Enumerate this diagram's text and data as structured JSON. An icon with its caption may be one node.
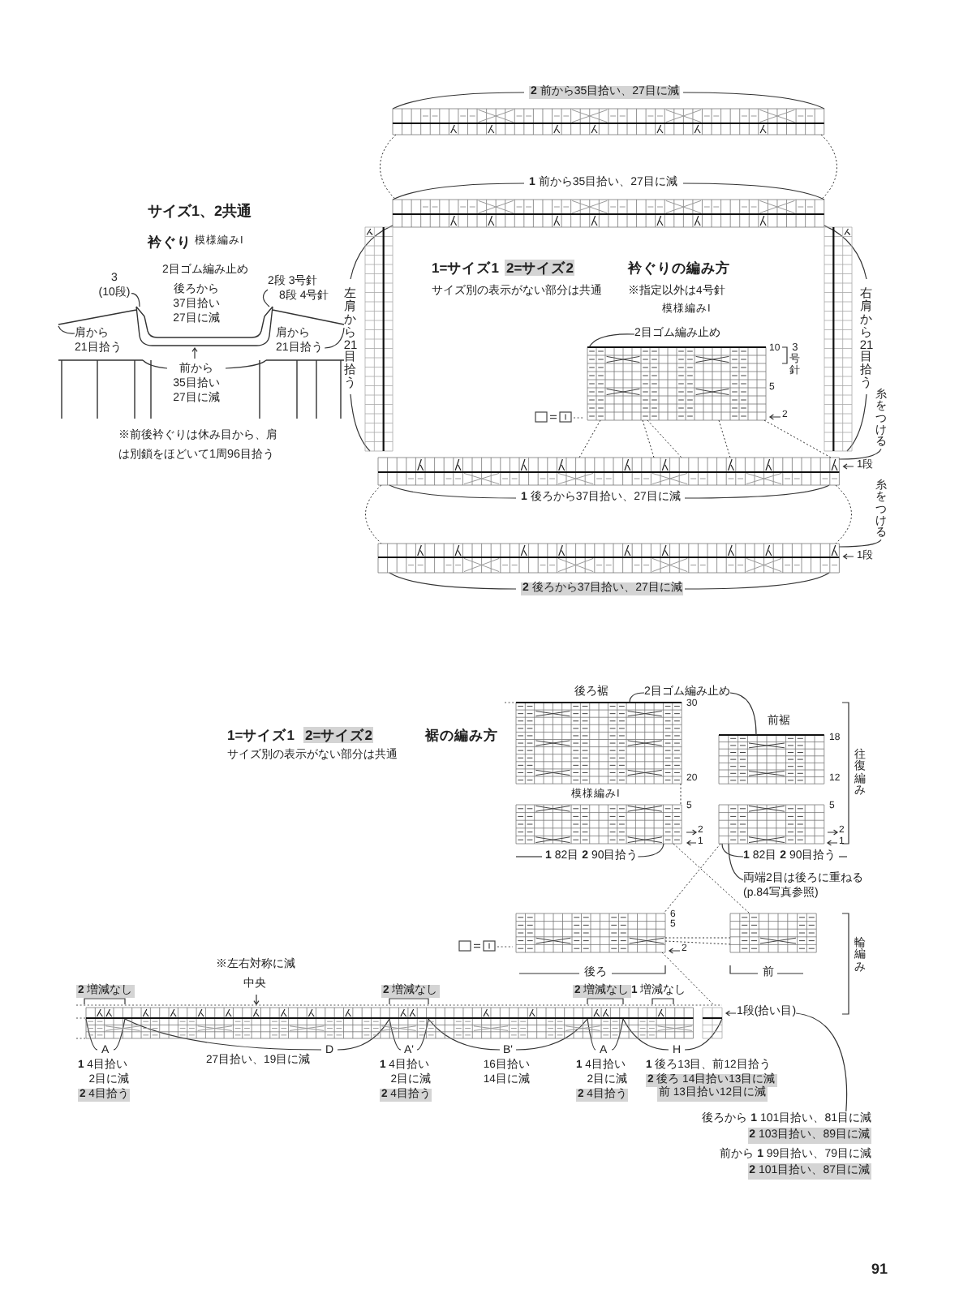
{
  "diagram": {
    "nodes": [
      {
        "text": [
          "3 (10段)"
        ]
      },
      {
        "text": [
          "2段 3号針 8段 4号針"
        ]
      },
      {
        "text": [
          "肩から 21目拾う"
        ]
      },
      {
        "text": [
          "肩から 21目拾う"
        ]
      },
      {
        "text": [
          "2目ゴム編み止め"
        ]
      },
      {
        "text": [
          "糸をつける"
        ]
      },
      {
        "text": [
          "糸をつける"
        ]
      },
      {
        "text": [
          "2目ゴム編み止め"
        ]
      },
      {
        "text": [
          "**1** 82目 **2** 90目拾う"
        ]
      },
      {
        "text": [
          "**1** 82目 **2** 90目拾う"
        ]
      },
      {
        "text": [
          "両端2目は後ろに重ねる(p.84写真参照)"
        ]
      },
      {
        "text": [
          "1段(拾い目)"
        ]
      },
      {
        "text": [
          "後ろから **1** 101目拾い、81目に減",
          "**2** 103目拾い、89目に減",
          "前から **1** 99目拾い、79目に減",
          "**2** 101目拾い、87目に減"
        ]
      },
      {
        "text": [],
        "shape": "picture",
        "beside": [
          "2目ゴム編み止め"
        ]
      },
      {
        "text": [],
        "shape": "grid",
        "beside": [
          "**2** 前から35目拾い、27目に減"
        ]
      },
      {
        "text": [],
        "shape": "grid",
        "beside": [
          "**1** 前から35目拾い、27目に減"
        ]
      },
      {
        "text": [],
        "shape": "grid",
        "beside": [
          "左肩から21目拾う"
        ]
      },
      {
        "text": [],
        "shape": "grid",
        "beside": [
          "右肩から21目拾う"
        ]
      },
      {
        "text": [],
        "shape": "grid"
      },
      {
        "text": [],
        "shape": "grid",
        "beside": [
          "**1** 後ろから37目拾い、27目に減"
        ]
      },
      {
        "text": [],
        "shape": "grid",
        "beside": [
          "**2** 後ろから37目拾い、27目に減"
        ]
      },
      {
        "text": [],
        "shape": "grid",
        "beside": [
          "後ろ裾"
        ]
      },
      {
        "text": [],
        "shape": "grid",
        "beside": [
          "前裾"
        ]
      },
      {
        "text": [],
        "shape": "grid"
      },
      {
        "text": [],
        "shape": "grid"
      },
      {
        "text": [],
        "shape": "grid"
      },
      {
        "text": [],
        "shape": "grid"
      },
      {
        "text": [],
        "shape": "grid"
      }
    ],
    "edges": [
      {
        "from": 0,
        "to": 13,
        "arrow": "none"
      },
      {
        "from": 1,
        "to": 13,
        "arrow": "none"
      },
      {
        "from": 2,
        "to": 13,
        "arrow": "none"
      },
      {
        "from": 3,
        "to": 13,
        "arrow": "none"
      },
      {
        "from": 4,
        "to": 18,
        "arrow": "none"
      },
      {
        "from": 5,
        "to": 19,
        "arrow": "none"
      },
      {
        "from": 6,
        "to": 20,
        "arrow": "none"
      },
      {
        "from": 7,
        "to": 21,
        "arrow": "none"
      },
      {
        "from": 7,
        "to": 22,
        "arrow": "none"
      },
      {
        "from": 8,
        "to": 23,
        "arrow": "none"
      },
      {
        "from": 9,
        "to": 24,
        "arrow": "none"
      },
      {
        "from": 10,
        "to": 24,
        "arrow": "none"
      },
      {
        "from": 12,
        "to": 11,
        "arrow": "none"
      },
      {
        "from": 14,
        "to": 15,
        "arrow": "none",
        "style": "dashed"
      },
      {
        "from": 14,
        "to": 15,
        "arrow": "none",
        "style": "dashed"
      },
      {
        "from": 19,
        "to": 20,
        "arrow": "none",
        "style": "dashed"
      },
      {
        "from": 19,
        "to": 20,
        "arrow": "none",
        "style": "dashed"
      },
      {
        "from": 18,
        "to": 19,
        "arrow": "none",
        "style": "dashed"
      },
      {
        "from": 18,
        "to": 19,
        "arrow": "none",
        "style": "dashed"
      },
      {
        "from": 18,
        "to": 19,
        "arrow": "none",
        "style": "dashed"
      },
      {
        "from": 18,
        "to": 19,
        "arrow": "none",
        "style": "dashed"
      },
      {
        "from": 18,
        "to": 19,
        "arrow": "none",
        "style": "dashed"
      },
      {
        "from": 21,
        "to": 23,
        "arrow": "none",
        "style": "dashed"
      },
      {
        "from": 23,
        "to": 26,
        "arrow": "none",
        "style": "dashed"
      },
      {
        "from": 24,
        "to": 25,
        "arrow": "none",
        "style": "dashed"
      },
      {
        "from": 25,
        "to": 27,
        "arrow": "none",
        "style": "dashed"
      },
      {
        "from": 25,
        "to": 26,
        "arrow": "none",
        "style": "dashed"
      },
      {
        "from": 25,
        "to": 26,
        "arrow": "none",
        "style": "dashed"
      }
    ],
    "labels": [
      "サイズ1、2共通",
      "衿ぐり",
      "模様編みI",
      "後ろから 37目拾い 27目に減",
      "前から 35目拾い 27目に減",
      "※前後衿ぐりは休み目から、肩は別鎖をほどいて1周96目拾う",
      "1=サイズ1",
      "2=サイズ2",
      "サイズ別の表示がない部分は共通",
      "衿ぐりの編み方",
      "※指定以外は4号針",
      "模様編みI",
      "10",
      "3号針",
      "5",
      "2",
      "1段",
      "1段",
      "1=サイズ1",
      "2=サイズ2",
      "サイズ別の表示がない部分は共通",
      "裾の編み方",
      "30",
      "18",
      "20",
      "12",
      "模様編みI",
      "5",
      "2",
      "1",
      "5",
      "2",
      "1",
      "往復編み",
      "6",
      "5",
      "2",
      "後ろ",
      "前",
      "輪編み",
      "※左右対称に減",
      "**2** 増減なし",
      "中央",
      "**2** 増減なし",
      "**2** 増減なし",
      "**1** 増減なし",
      "A",
      "D",
      "A'",
      "B'",
      "A",
      "H",
      "**1** 4目拾い 2目に減",
      "**2** 4目拾う",
      "27目拾い、19目に減",
      "**1** 4目拾い 2目に減",
      "**2** 4目拾う",
      "16目拾い 14目に減",
      "**1** 4目拾い 2目に減",
      "**2** 4目拾う",
      "**1** 後ろ13目、前12目拾う",
      "**2** 後ろ 14目拾い13目に減",
      "前 13目拾い12目に減",
      "91"
    ]
  }
}
